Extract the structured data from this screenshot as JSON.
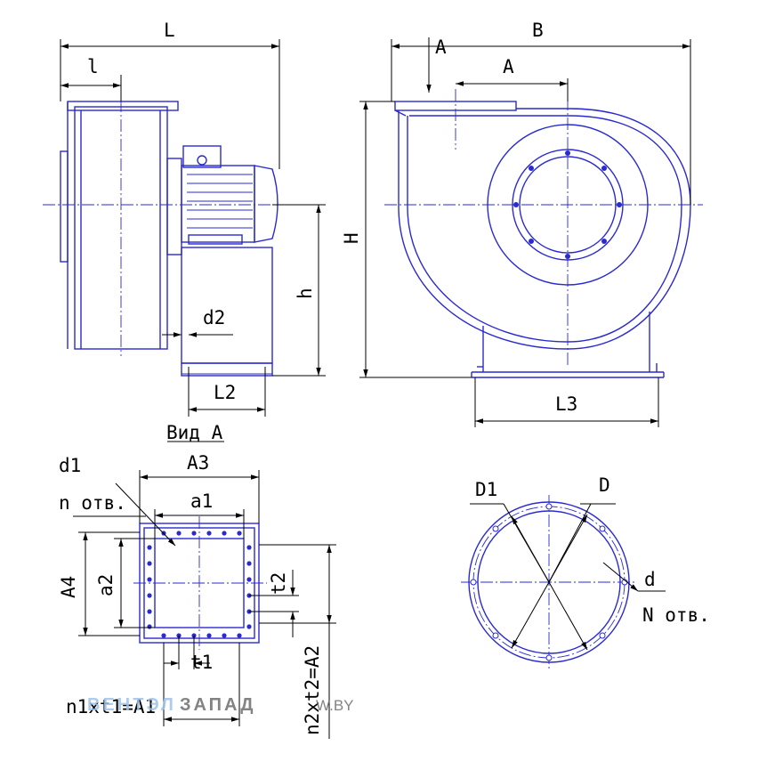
{
  "labels": {
    "L": "L",
    "l": "l",
    "A_arrow": "A",
    "B": "B",
    "A": "A",
    "H": "H",
    "h": "h",
    "d2": "d2",
    "L2": "L2",
    "L3": "L3",
    "view_a": "Вид А",
    "d1": "d1",
    "n_holes": "n отв.",
    "A3": "A3",
    "a1": "a1",
    "A4": "A4",
    "a2": "a2",
    "t2": "t2",
    "t1": "t1",
    "n1t1": "n1xt1=A1",
    "n2t2": "n2xt2=A2",
    "D1": "D1",
    "D": "D",
    "d": "d",
    "N_holes": "N отв."
  },
  "watermark": {
    "brand_a": "ВЕНТ",
    "brand_b": "ЭЛ",
    "brand_c": "ЗАПАД",
    "domain": "W.BY"
  },
  "colors": {
    "drawing": "#2a2ad0",
    "dimensions": "#000000",
    "watermark_blue": "#9fc3ea",
    "watermark_grey": "#6e6e6e"
  }
}
